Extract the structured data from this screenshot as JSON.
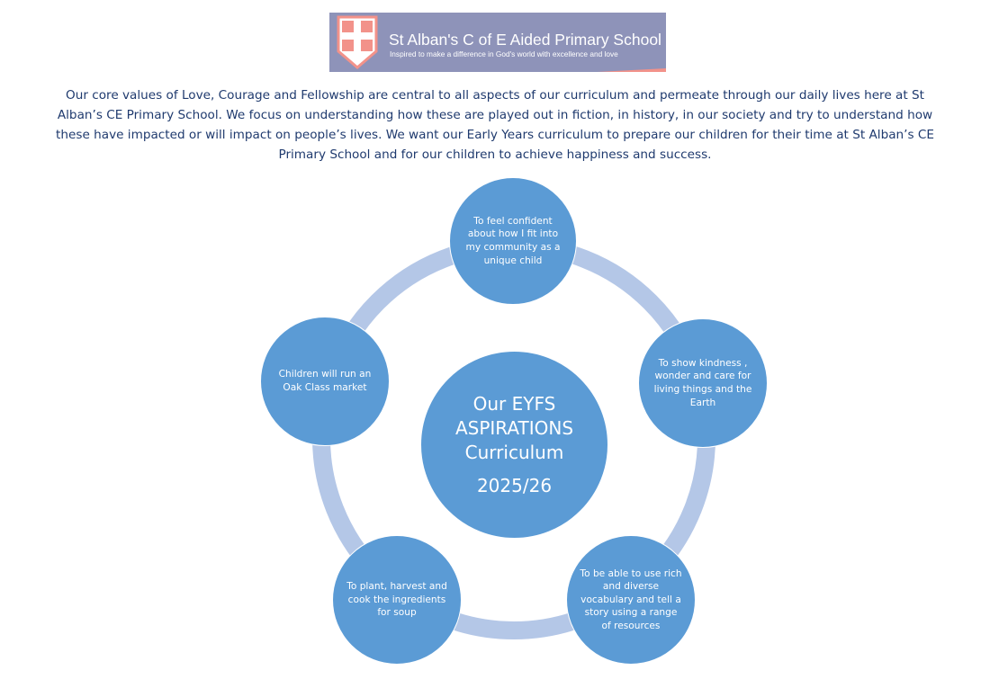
{
  "header": {
    "school_name": "St Alban's C of E Aided Primary School",
    "tagline": "Inspired to make a difference in God's world with excellence and love"
  },
  "intro_lines": [
    "Our core values of Love, Courage and Fellowship are central to all aspects of our curriculum and permeate through our daily lives here at St",
    "Alban’s CE Primary School. We focus on understanding how these are played out in fiction, in history, in our society and try to understand how",
    "these have impacted or will impact on people’s lives. We want our Early Years curriculum to prepare our children for their time at St Alban’s CE",
    "Primary School and for our children to achieve happiness and success."
  ],
  "diagram": {
    "center": {
      "title": "Our EYFS ASPIRATIONS Curriculum",
      "year": "2025/26"
    },
    "nodes": [
      "To feel confident about how I fit into my community as a unique child",
      "To show kindness , wonder and care for living things and the Earth",
      "To be able to use rich and diverse vocabulary and tell a story using a range of resources",
      "To plant, harvest and cook the ingredients for soup",
      "Children will run an Oak Class market"
    ],
    "colors": {
      "node": "#5b9bd5",
      "ring": "#b4c7e7",
      "text": "#1f3a6e"
    }
  }
}
